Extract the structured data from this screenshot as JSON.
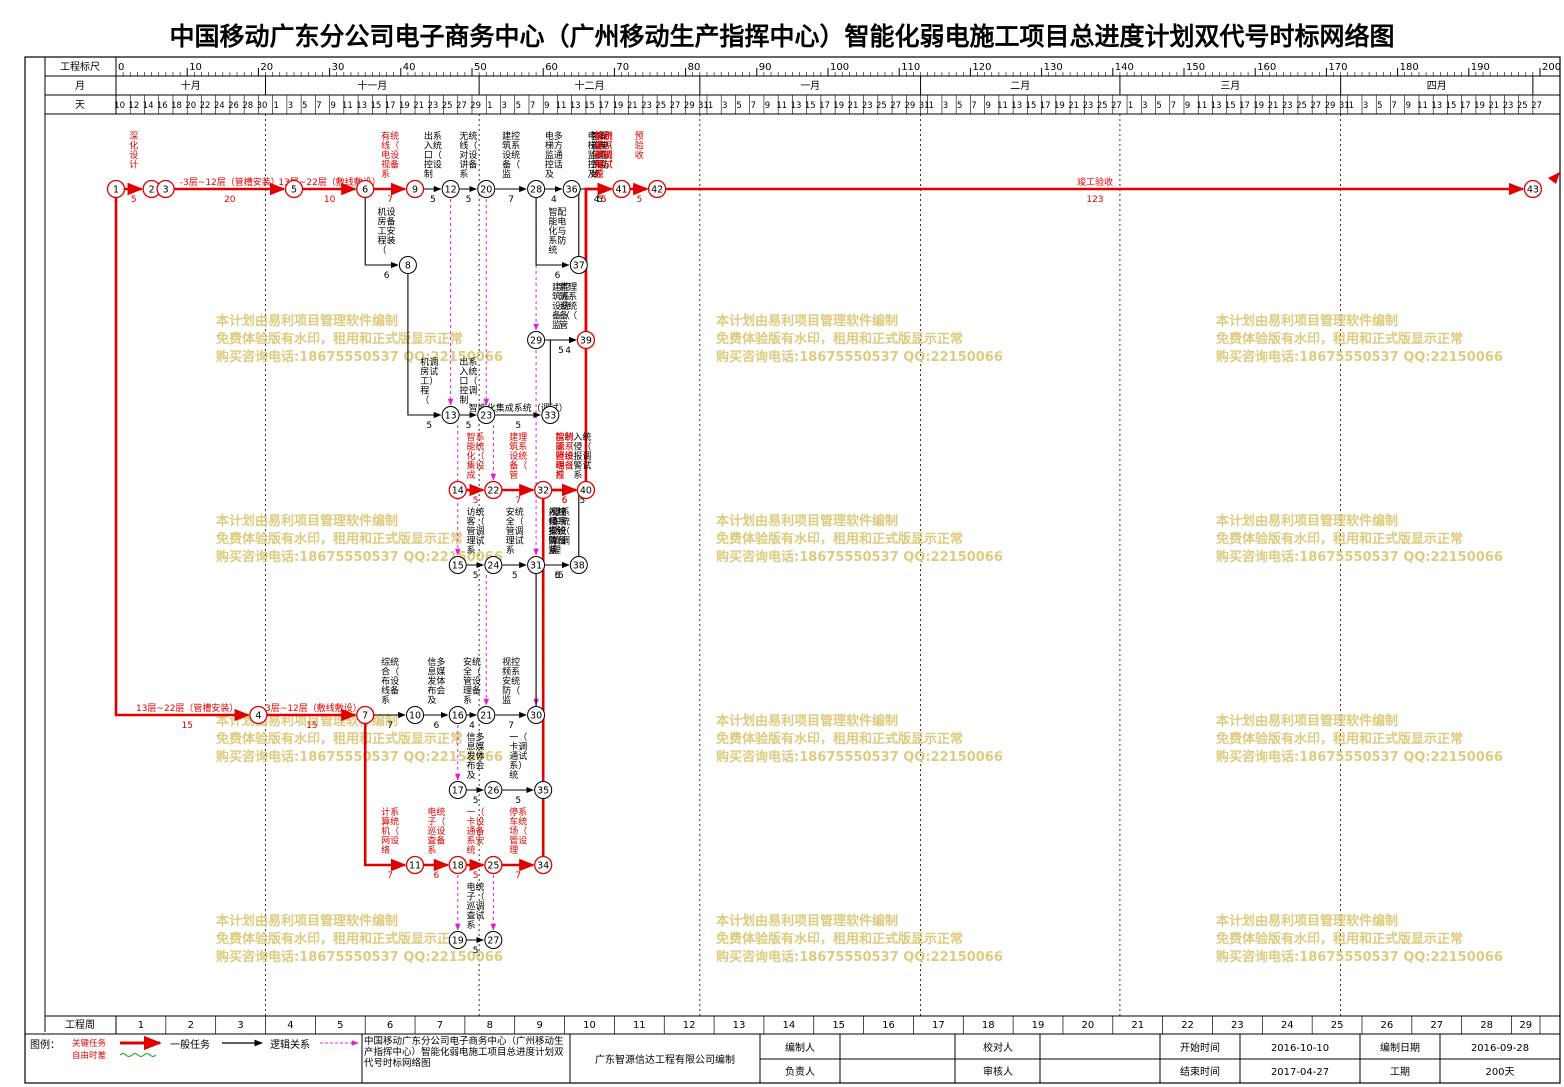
{
  "title": "中国移动广东分公司电子商务中心（广州移动生产指挥中心）智能化弱电施工项目总进度计划双代号时标网络图",
  "header": {
    "row_scale": "工程标尺",
    "row_month": "月",
    "row_day": "天",
    "row_week": "工程周",
    "scale_ticks": [
      "0",
      "10",
      "20",
      "30",
      "40",
      "50",
      "60",
      "70",
      "80",
      "90",
      "100",
      "110",
      "120",
      "130",
      "140",
      "150",
      "160",
      "170",
      "180",
      "190",
      "200"
    ],
    "months": [
      {
        "label": "十月",
        "start": 0,
        "end": 21
      },
      {
        "label": "十一月",
        "start": 21,
        "end": 51
      },
      {
        "label": "十二月",
        "start": 51,
        "end": 82
      },
      {
        "label": "一月",
        "start": 82,
        "end": 113
      },
      {
        "label": "二月",
        "start": 113,
        "end": 141
      },
      {
        "label": "三月",
        "start": 141,
        "end": 172
      },
      {
        "label": "四月",
        "start": 172,
        "end": 199
      }
    ],
    "weeks": [
      "1",
      "2",
      "3",
      "4",
      "5",
      "6",
      "7",
      "8",
      "9",
      "10",
      "11",
      "12",
      "13",
      "14",
      "15",
      "16",
      "17",
      "18",
      "19",
      "20",
      "21",
      "22",
      "23",
      "24",
      "25",
      "26",
      "27",
      "28",
      "29"
    ]
  },
  "legend": {
    "label": "图例：",
    "critical": "关键任务",
    "free_float": "自由时差",
    "normal": "一般任务",
    "logic": "逻辑关系"
  },
  "footer": {
    "project_name": "中国移动广东分公司电子商务中心（广州移动生产指挥中心）智能化弱电施工项目总进度计划双代号时标网络图",
    "company": "广东智源信达工程有限公司编制",
    "prepared_by_label": "编制人",
    "checked_by_label": "校对人",
    "responsible_label": "负责人",
    "reviewed_by_label": "审核人",
    "start_label": "开始时间",
    "start_value": "2016-10-10",
    "end_label": "结束时间",
    "end_value": "2017-04-27",
    "date_label": "编制日期",
    "date_value": "2016-09-28",
    "duration_label": "工期",
    "duration_value": "200天"
  },
  "watermark": {
    "line1": "本计划由易利项目管理软件编制",
    "line2": "免费体验版有水印，租用和正式版显示正常",
    "line3": "购买咨询电话:18675550537 QQ:22150066"
  },
  "nodes": [
    {
      "id": "1",
      "t": 0,
      "row": "A"
    },
    {
      "id": "2",
      "t": 5,
      "row": "A"
    },
    {
      "id": "3",
      "t": 5,
      "row": "A"
    },
    {
      "id": "5",
      "t": 25,
      "row": "A"
    },
    {
      "id": "6",
      "t": 35,
      "row": "A"
    },
    {
      "id": "9",
      "t": 42,
      "row": "A"
    },
    {
      "id": "12",
      "t": 47,
      "row": "A"
    },
    {
      "id": "20",
      "t": 52,
      "row": "A"
    },
    {
      "id": "28",
      "t": 59,
      "row": "A"
    },
    {
      "id": "36",
      "t": 64,
      "row": "A"
    },
    {
      "id": "41",
      "t": 71,
      "row": "A"
    },
    {
      "id": "42",
      "t": 76,
      "row": "A"
    },
    {
      "id": "43",
      "t": 199,
      "row": "A"
    },
    {
      "id": "8",
      "t": 41,
      "row": "B"
    },
    {
      "id": "37",
      "t": 65,
      "row": "B"
    },
    {
      "id": "29",
      "t": 59,
      "row": "C"
    },
    {
      "id": "39",
      "t": 66,
      "row": "C"
    },
    {
      "id": "13",
      "t": 47,
      "row": "D"
    },
    {
      "id": "23",
      "t": 52,
      "row": "D"
    },
    {
      "id": "33",
      "t": 61,
      "row": "D"
    },
    {
      "id": "14",
      "t": 48,
      "row": "E"
    },
    {
      "id": "22",
      "t": 53,
      "row": "E"
    },
    {
      "id": "32",
      "t": 60,
      "row": "E"
    },
    {
      "id": "40",
      "t": 66,
      "row": "E"
    },
    {
      "id": "15",
      "t": 48,
      "row": "F"
    },
    {
      "id": "24",
      "t": 53,
      "row": "F"
    },
    {
      "id": "31",
      "t": 59,
      "row": "F"
    },
    {
      "id": "38",
      "t": 65,
      "row": "F"
    },
    {
      "id": "4",
      "t": 20,
      "row": "G"
    },
    {
      "id": "7",
      "t": 35,
      "row": "G"
    },
    {
      "id": "10",
      "t": 42,
      "row": "G"
    },
    {
      "id": "16",
      "t": 48,
      "row": "G"
    },
    {
      "id": "21",
      "t": 52,
      "row": "G"
    },
    {
      "id": "30",
      "t": 59,
      "row": "G"
    },
    {
      "id": "17",
      "t": 48,
      "row": "H"
    },
    {
      "id": "26",
      "t": 53,
      "row": "H"
    },
    {
      "id": "35",
      "t": 60,
      "row": "H"
    },
    {
      "id": "11",
      "t": 42,
      "row": "I"
    },
    {
      "id": "18",
      "t": 48,
      "row": "I"
    },
    {
      "id": "25",
      "t": 53,
      "row": "I"
    },
    {
      "id": "34",
      "t": 60,
      "row": "I"
    },
    {
      "id": "19",
      "t": 48,
      "row": "J"
    },
    {
      "id": "27",
      "t": 53,
      "row": "J"
    }
  ],
  "tasks": [
    {
      "from": "1",
      "to": "2",
      "crit": true,
      "label": "深化设计",
      "dur": "5"
    },
    {
      "from": "3",
      "to": "5",
      "crit": true,
      "label": "-3层~12层（管槽安装）",
      "dur": "20"
    },
    {
      "from": "5",
      "to": "6",
      "crit": true,
      "label": "13层~22层（敷线敷设）",
      "dur": "10"
    },
    {
      "from": "6",
      "to": "9",
      "crit": true,
      "label": "有线电视系统（设备安装）",
      "dur": "7"
    },
    {
      "from": "9",
      "to": "12",
      "crit": false,
      "label": "出入口控制系统（设备安装）",
      "dur": "5"
    },
    {
      "from": "12",
      "to": "20",
      "crit": false,
      "label": "无线对讲系统（设备安装）",
      "dur": "5"
    },
    {
      "from": "20",
      "to": "28",
      "crit": false,
      "label": "建筑设备监控系统（设备安装）",
      "dur": "7"
    },
    {
      "from": "28",
      "to": "36",
      "crit": false,
      "label": "电梯监控及多方通话系统（设备安装）",
      "dur": "4"
    },
    {
      "from": "36",
      "to": "41",
      "crit": false,
      "label": "电梯监控及多方通话系统（调试）",
      "dur": "4"
    },
    {
      "from": "41",
      "to": "42",
      "crit": true,
      "label": "预验收",
      "dur": "5"
    },
    {
      "from": "42",
      "to": "43",
      "crit": true,
      "label": "竣工验收",
      "dur": "123"
    },
    {
      "from": "8",
      "to": "13",
      "crit": false,
      "label": "机房工程（调试）",
      "dur": "5"
    },
    {
      "from": "28",
      "to": "37",
      "crit": false,
      "label": "智能化系统配电与防雷接地",
      "dur": "6"
    },
    {
      "from": "37",
      "to": "41",
      "crit": false,
      "label": "智能化系统配电与防雷接地（调试）",
      "dur": "5"
    },
    {
      "from": "29",
      "to": "39",
      "crit": false,
      "label": "建筑设备监控系统（调试）",
      "dur": "5"
    },
    {
      "from": "39",
      "to": "41",
      "crit": true,
      "label": "能源管理系统（调试）",
      "dur": "5"
    },
    {
      "from": "13",
      "to": "23",
      "crit": false,
      "label": "出入口控制系统（调试）",
      "dur": "5"
    },
    {
      "from": "23",
      "to": "33",
      "crit": false,
      "label": "智能化集成系统（调试）",
      "dur": "5"
    },
    {
      "from": "33",
      "to": "39",
      "crit": false,
      "label": "建筑设备管理系统（调试）",
      "dur": "4"
    },
    {
      "from": "14",
      "to": "22",
      "crit": true,
      "label": "智能化集成系统（设备安装）",
      "dur": "5"
    },
    {
      "from": "22",
      "to": "32",
      "crit": true,
      "label": "建筑设备管理系统（设备安装）",
      "dur": "7"
    },
    {
      "from": "32",
      "to": "40",
      "crit": true,
      "label": "智能照明控制系统（设备安装）",
      "dur": "6"
    },
    {
      "from": "40",
      "to": "41",
      "crit": true,
      "label": "智能照明控制系统（调试）",
      "dur": "5"
    },
    {
      "from": "15",
      "to": "24",
      "crit": false,
      "label": "访客管理系统（调试）",
      "dur": "5"
    },
    {
      "from": "24",
      "to": "31",
      "crit": false,
      "label": "安全管理系统（调试）",
      "dur": "5"
    },
    {
      "from": "31",
      "to": "38",
      "crit": false,
      "label": "视频安防监控系统（调试）",
      "dur": "5"
    },
    {
      "from": "38",
      "to": "40",
      "crit": false,
      "label": "入侵报警系统（调试）",
      "dur": "5"
    },
    {
      "from": "4",
      "to": "7",
      "crit": true,
      "label": "-3层~12层（敷线敷设）",
      "dur": "15"
    },
    {
      "from": "7",
      "to": "10",
      "crit": false,
      "label": "综合布线系统（设备安装）",
      "dur": "7"
    },
    {
      "from": "10",
      "to": "16",
      "crit": false,
      "label": "信息发布及多媒体会议系统（设备安装）",
      "dur": "6"
    },
    {
      "from": "16",
      "to": "21",
      "crit": false,
      "label": "安全管理系统（设备安装）",
      "dur": "4"
    },
    {
      "from": "21",
      "to": "30",
      "crit": false,
      "label": "视频安防监控系统（设备安装）",
      "dur": "7"
    },
    {
      "from": "30",
      "to": "38",
      "crit": false,
      "label": "入侵报警系统（设备安装）",
      "dur": "6"
    },
    {
      "from": "17",
      "to": "26",
      "crit": false,
      "label": "信息发布及多媒体会议系统（调试）",
      "dur": "5"
    },
    {
      "from": "26",
      "to": "35",
      "crit": false,
      "label": "一卡通系统（调试）",
      "dur": "5"
    },
    {
      "from": "35",
      "to": "38",
      "crit": false,
      "label": "停车场管理系统（调试）",
      "dur": "5"
    },
    {
      "from": "7",
      "to": "11",
      "crit": true,
      "label": "计算机网络系统（设备安装）",
      "dur": "7"
    },
    {
      "from": "11",
      "to": "18",
      "crit": true,
      "label": "电子巡查系统（设备安装）",
      "dur": "6"
    },
    {
      "from": "18",
      "to": "25",
      "crit": true,
      "label": "一卡通系统（设备安装）",
      "dur": "5"
    },
    {
      "from": "25",
      "to": "34",
      "crit": true,
      "label": "停车场管理系统（设备安装）",
      "dur": "7"
    },
    {
      "from": "34",
      "to": "40",
      "crit": true,
      "label": "能源管理系统（设备安装）",
      "dur": "6"
    },
    {
      "from": "19",
      "to": "27",
      "crit": false,
      "label": "电子巡查系统（调试）",
      "dur": "5"
    },
    {
      "from": "1",
      "to": "4",
      "crit": true,
      "label": "13层~22层（管槽安装）",
      "dur": "15"
    },
    {
      "from": "6",
      "to": "8",
      "crit": false,
      "label": "机房工程（设备安装）",
      "dur": "6"
    }
  ]
}
